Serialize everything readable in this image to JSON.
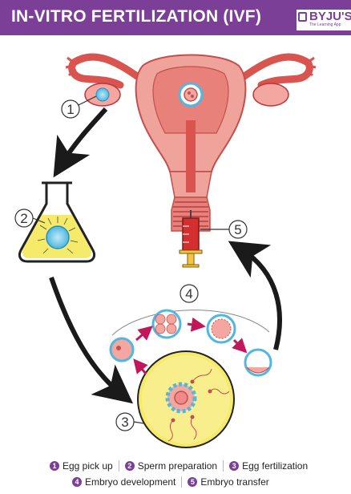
{
  "header": {
    "title": "IN-VITRO FERTILIZATION (IVF)",
    "logo": "BYJU'S",
    "logo_tagline": "The Learning App"
  },
  "steps": {
    "one": "1",
    "two": "2",
    "three": "3",
    "four": "4",
    "five": "5"
  },
  "legend": [
    {
      "num": "1",
      "label": "Egg pick up"
    },
    {
      "num": "2",
      "label": "Sperm preparation"
    },
    {
      "num": "3",
      "label": "Egg fertilization"
    },
    {
      "num": "4",
      "label": "Embryo development"
    },
    {
      "num": "5",
      "label": "Embryo transfer"
    }
  ],
  "colors": {
    "brand": "#7b3f98",
    "uterus": "#f0a39b",
    "uterus_dark": "#b8383d",
    "egg": "#5bc2e8",
    "yolk": "#f5ea6a",
    "arrow": "#1a1a1a",
    "small_arrow": "#c2185b",
    "syringe": "#d32f2f"
  }
}
